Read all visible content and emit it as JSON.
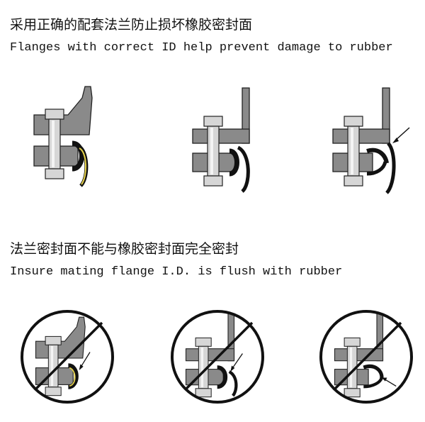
{
  "header_top": {
    "title_zh": "采用正确的配套法兰防止损坏橡胶密封面",
    "title_en": "Flanges with correct ID help prevent damage to rubber"
  },
  "header_bottom": {
    "title_zh": "法兰密封面不能与橡胶密封面完全密封",
    "title_en": "Insure mating flange I.D. is flush with rubber"
  },
  "diagrams": {
    "top_row": [
      "tapered-flange-correct",
      "straight-flange-flush",
      "straight-flange-with-gap"
    ],
    "bottom_row": [
      "tapered-flange-incorrect",
      "straight-flange-incorrect",
      "straight-flange-gap-incorrect"
    ],
    "prohibited_symbol": "circle-slash-icon"
  },
  "colors": {
    "steel": "#8a8a8a",
    "bolt": "#d6d6d6",
    "rubber": "#111111",
    "accent_yellow": "#e8d44a"
  }
}
